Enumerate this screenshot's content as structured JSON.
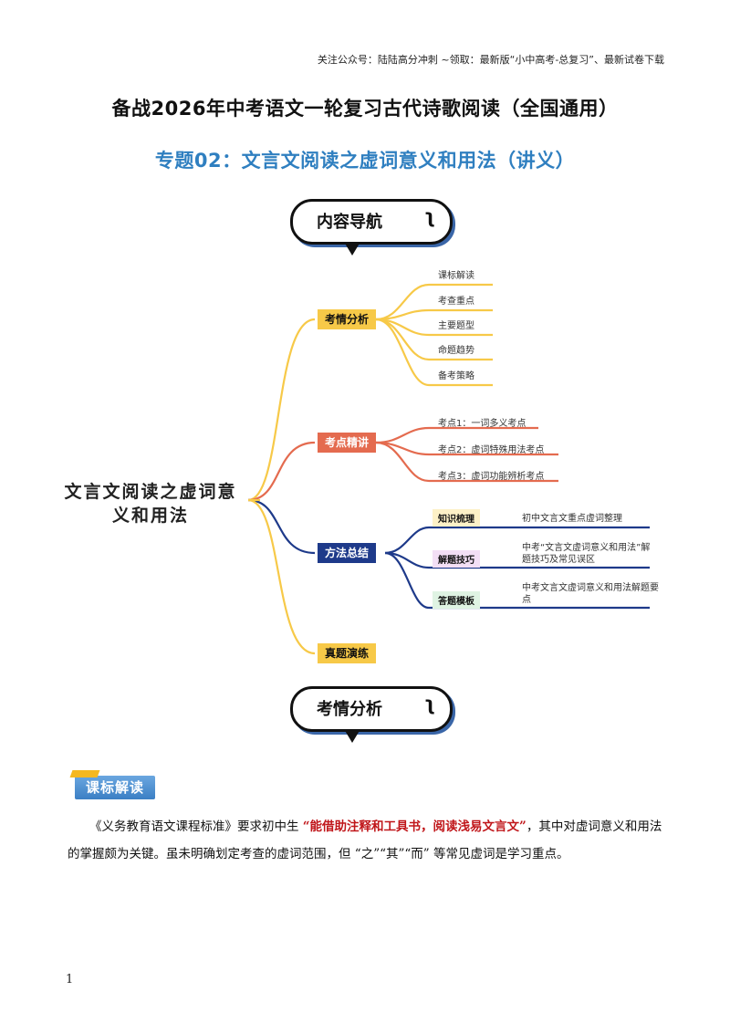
{
  "header_note": "关注公众号：陆陆高分冲刺 ~领取：最新版“小中高考-总复习”、最新试卷下载",
  "title": "备战2026年中考语文一轮复习古代诗歌阅读（全国通用）",
  "subtitle": "专题02：文言文阅读之虚词意义和用法（讲义）",
  "nav_bubble": {
    "label": "内容导航",
    "deco": "ʅ"
  },
  "mindmap": {
    "root": "文言文阅读之虚词意义和用法",
    "branches": [
      {
        "label": "考情分析",
        "color": "#f7c948",
        "leaves": [
          "课标解读",
          "考查重点",
          "主要题型",
          "命题趋势",
          "备考策略"
        ]
      },
      {
        "label": "考点精讲",
        "color": "#e46b4f",
        "leaves": [
          "考点1：一词多义考点",
          "考点2：虚词特殊用法考点",
          "考点3：虚词功能辨析考点"
        ]
      },
      {
        "label": "方法总结",
        "color": "#1e3a8a",
        "items": [
          {
            "tag": "知识梳理",
            "text": "初中文言文重点虚词整理"
          },
          {
            "tag": "解题技巧",
            "text": "中考“文言文虚词意义和用法”解题技巧及常见误区"
          },
          {
            "tag": "答题模板",
            "text": "中考文言文虚词意义和用法解题要点"
          }
        ]
      },
      {
        "label": "真题演练",
        "color": "#f7c948",
        "leaves": []
      }
    ]
  },
  "section_bubble": {
    "label": "考情分析",
    "deco": "ʅ"
  },
  "section_tag": "课标解读",
  "paragraph": {
    "before": "《义务教育语文课程标准》要求初中生 ",
    "highlight": "“能借助注释和工具书，阅读浅易文言文”",
    "after": "，其中对虚词意义和用法的掌握颇为关键。虽未明确划定考查的虚词范围，但 “之”“其”“而” 等常见虚词是学习重点。"
  },
  "page_number": "1",
  "colors": {
    "accent_blue": "#2f7fc0",
    "highlight_red": "#c0161a"
  }
}
